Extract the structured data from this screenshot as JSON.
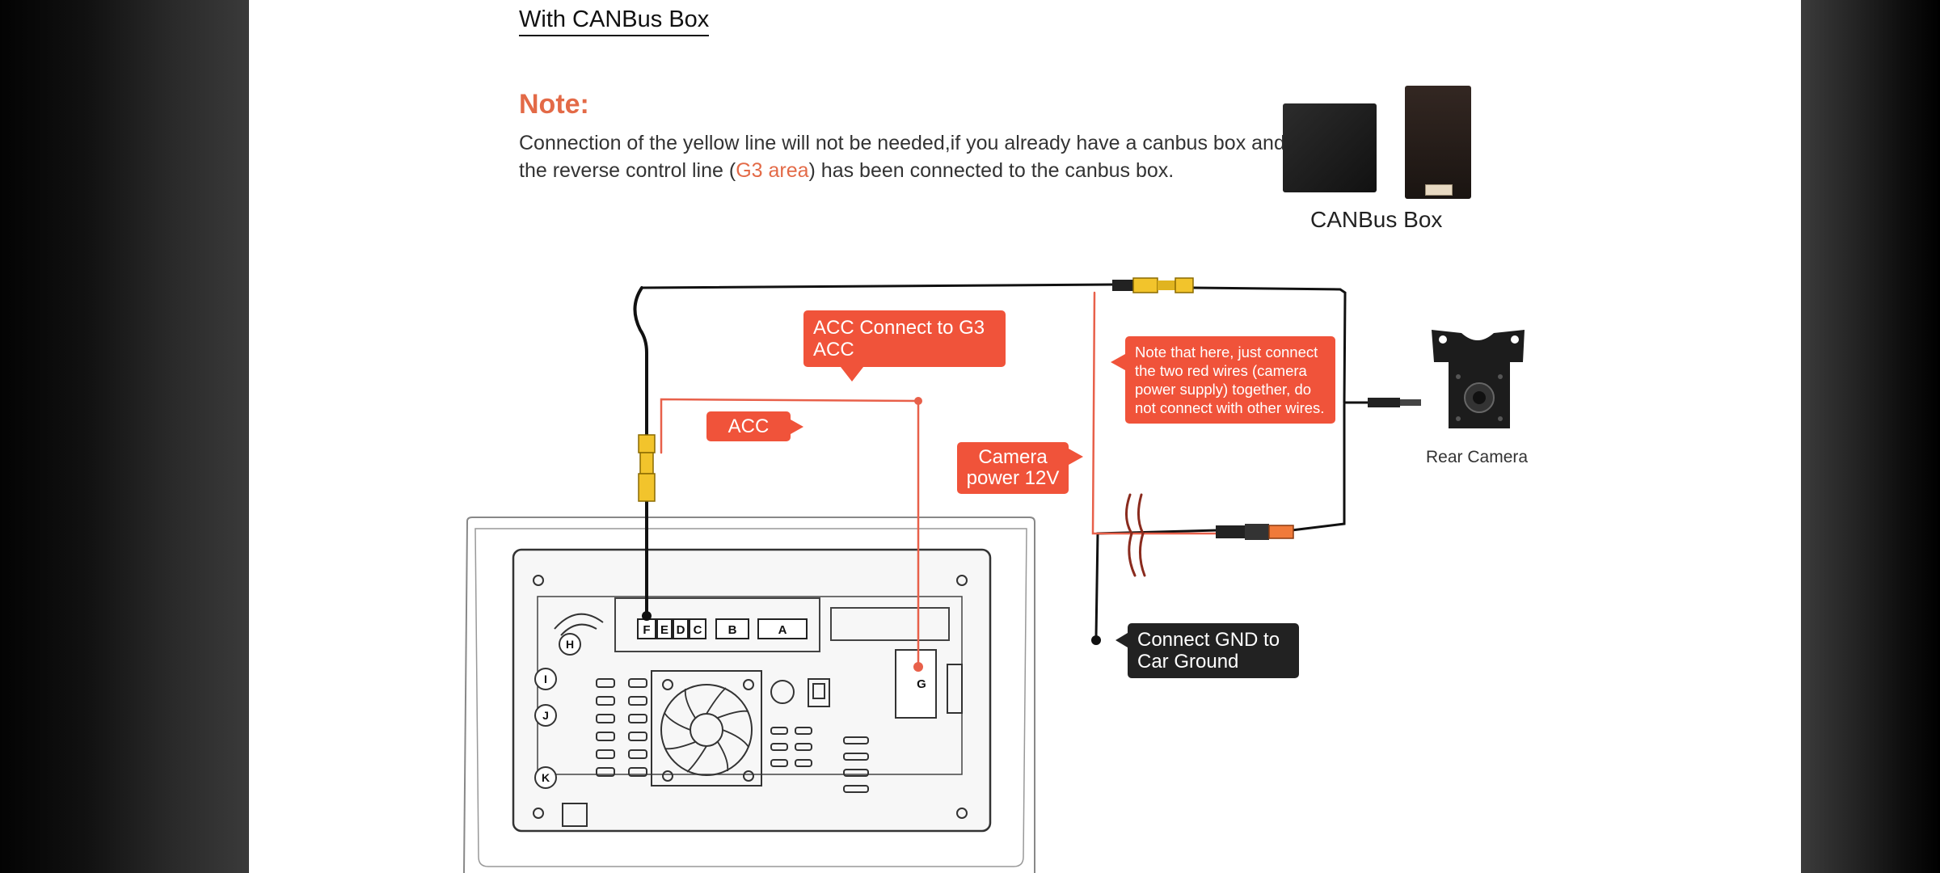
{
  "document": {
    "section_title": "With CANBus Box",
    "note_title": "Note:",
    "note_text_1": "Connection of the yellow line will not be needed,if you already have a canbus box and the reverse control line (",
    "note_highlight": "G3 area",
    "note_text_2": ") has been connected to the canbus box.",
    "canbus_label": "CANBus Box"
  },
  "callouts": {
    "acc_connect": "ACC Connect to G3 ACC",
    "acc": "ACC",
    "camera_power": "Camera power 12V",
    "red_wires_note": "Note that here, just connect the two red wires (camera power supply) together, do not connect with other wires.",
    "gnd": "Connect GND to Car Ground",
    "rear_camera": "Rear Camera"
  },
  "connector_labels": {
    "pins": [
      "F",
      "E",
      "D",
      "C",
      "B",
      "A"
    ],
    "g": "G",
    "side": [
      "H",
      "I",
      "J",
      "K"
    ]
  },
  "colors": {
    "accent": "#f0533a",
    "note_title": "#e36a47",
    "wire_black": "#111111",
    "wire_red": "#e8604a",
    "plug_yellow": "#f2c42c",
    "plug_orange": "#f07a3a"
  }
}
